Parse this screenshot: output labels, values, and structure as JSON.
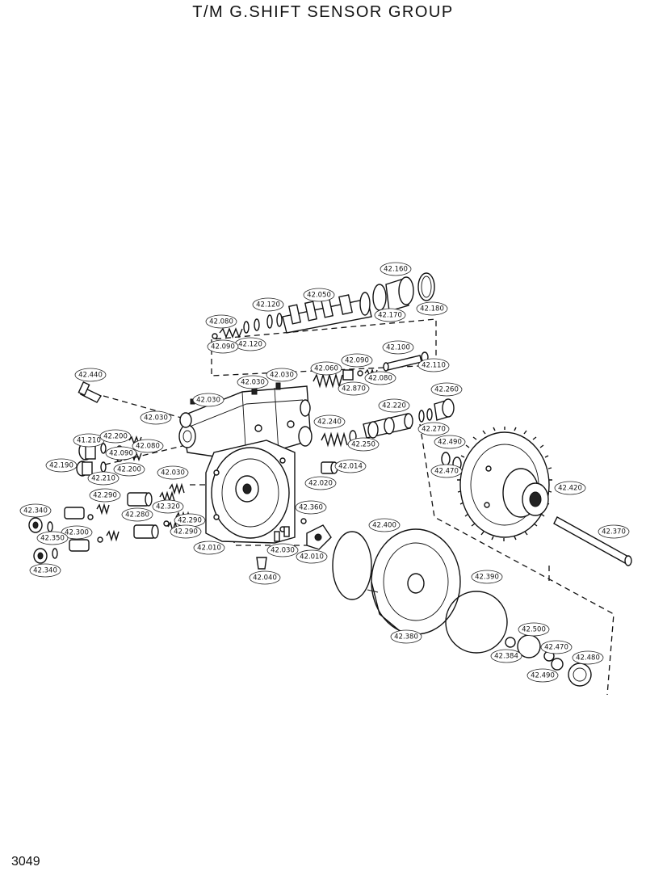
{
  "header": {
    "title": "T/M  G.SHIFT  SENSOR  GROUP"
  },
  "footer": {
    "page_number": "3049"
  },
  "diagram": {
    "callouts": [
      "42.160",
      "42.050",
      "42.170",
      "42.180",
      "42.120",
      "42.120",
      "42.080",
      "42.090",
      "42.100",
      "42.110",
      "42.060",
      "42.090",
      "42.080",
      "42.870",
      "42.030",
      "42.030",
      "42.030",
      "42.030",
      "42.260",
      "42.220",
      "42.270",
      "42.240",
      "42.250",
      "42.440",
      "41.210",
      "42.200",
      "42.080",
      "42.090",
      "42.190",
      "42.200",
      "42.210",
      "42.030",
      "42.014",
      "42.020",
      "42.490",
      "42.470",
      "42.420",
      "42.290",
      "42.340",
      "42.280",
      "42.320",
      "42.300",
      "42.290",
      "42.360",
      "42.400",
      "42.350",
      "42.290",
      "42.010",
      "42.030",
      "42.010",
      "42.340",
      "42.040",
      "42.370",
      "42.390",
      "42.380",
      "42.500",
      "42.470",
      "42.480",
      "42.384",
      "42.490"
    ]
  }
}
